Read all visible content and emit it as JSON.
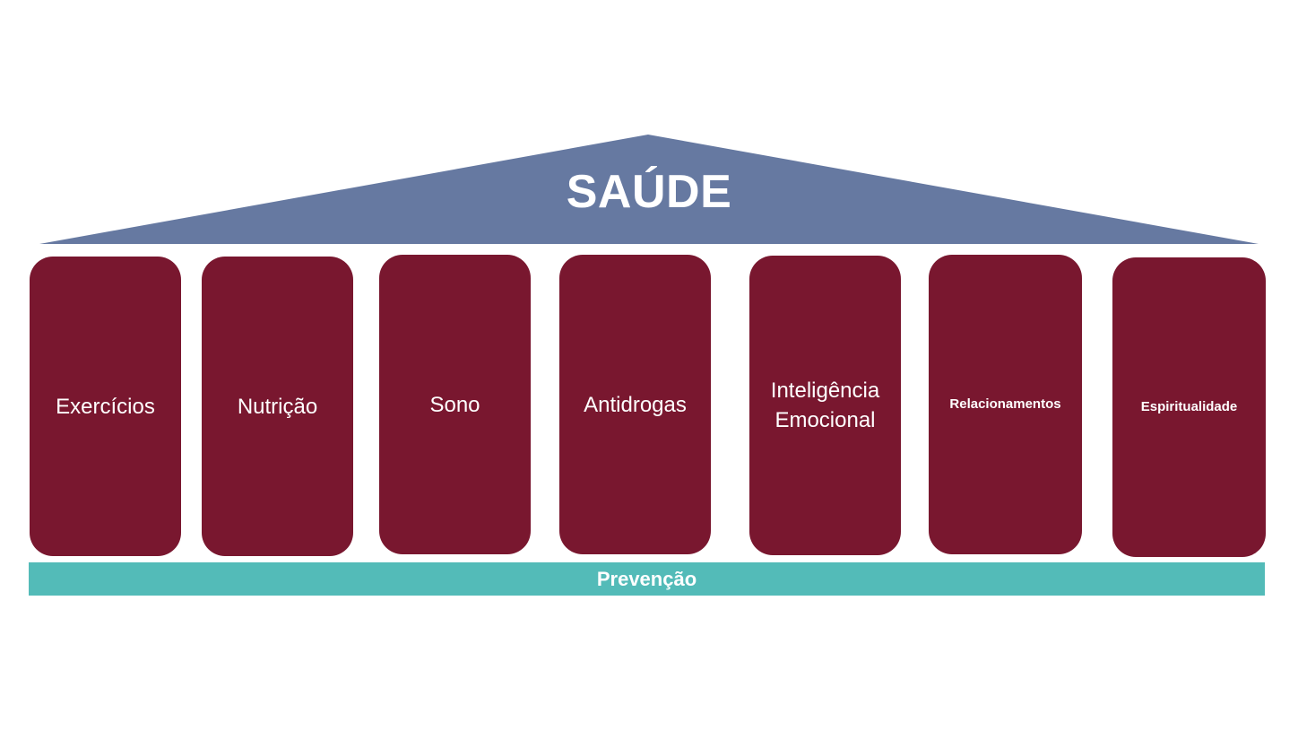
{
  "roof": {
    "title": "SAÚDE",
    "color": "#6679a1"
  },
  "pillars": [
    {
      "label": "Exercícios"
    },
    {
      "label": "Nutrição"
    },
    {
      "label": "Sono"
    },
    {
      "label": "Antidrogas"
    },
    {
      "label": "Inteligência\nEmocional"
    },
    {
      "label": "Relacionamentos"
    },
    {
      "label": "Espiritualidade"
    }
  ],
  "pillar_color": "#79172f",
  "base": {
    "label": "Prevenção",
    "color": "#53bbb8"
  }
}
